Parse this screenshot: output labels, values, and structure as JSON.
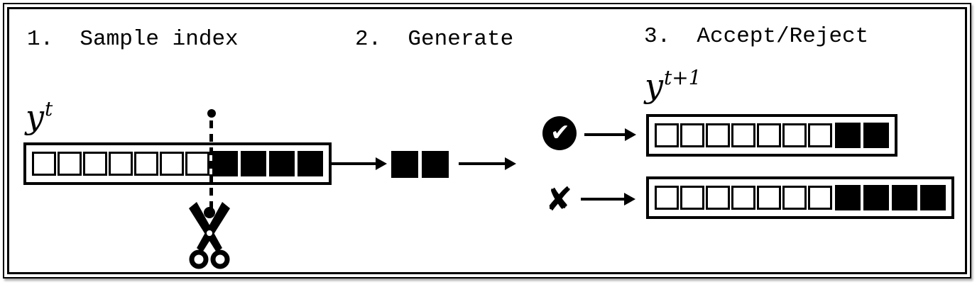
{
  "diagram": {
    "steps": [
      "1.  Sample index",
      "2.  Generate",
      "3.  Accept/Reject"
    ],
    "state_labels": {
      "current_base": "y",
      "current_sup": "t",
      "next_base": "y",
      "next_sup": "t+1"
    },
    "sequences": {
      "current": {
        "white": 7,
        "black": 4
      },
      "generated": {
        "white": 0,
        "black": 2
      },
      "accepted": {
        "white": 7,
        "black": 2
      },
      "rejected": {
        "white": 7,
        "black": 4
      }
    },
    "icons": {
      "accept_check": "✔",
      "reject_cross": "✘",
      "scissors": "scissors-icon",
      "cut_marker": "cut-point-dot"
    },
    "colors": {
      "ink": "#000000",
      "paper": "#ffffff",
      "token_filled": "#000000",
      "token_empty": "#ffffff"
    }
  }
}
